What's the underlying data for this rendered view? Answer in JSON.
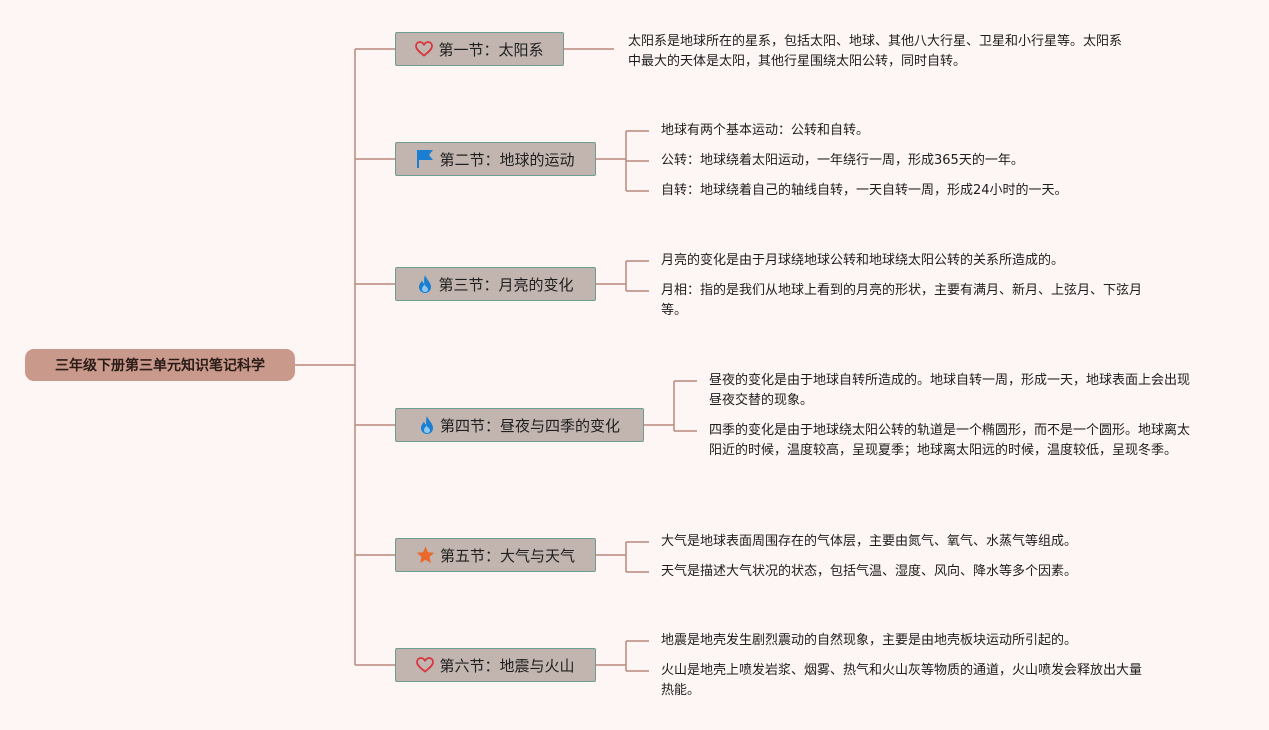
{
  "root": {
    "label": "三年级下册第三单元知识笔记科学"
  },
  "topics": [
    {
      "label": "第一节：太阳系",
      "icon": "heart-outline-icon",
      "notes": [
        "太阳系是地球所在的星系，包括太阳、地球、其他八大行星、卫星和小行星等。太阳系中最大的天体是太阳，其他行星围绕太阳公转，同时自转。"
      ]
    },
    {
      "label": "第二节：地球的运动",
      "icon": "blue-flag-icon",
      "notes": [
        "地球有两个基本运动：公转和自转。",
        "公转：地球绕着太阳运动，一年绕行一周，形成365天的一年。",
        "自转：地球绕着自己的轴线自转，一天自转一周，形成24小时的一天。"
      ]
    },
    {
      "label": "第三节：月亮的变化",
      "icon": "blue-fire-icon",
      "notes": [
        "月亮的变化是由于月球绕地球公转和地球绕太阳公转的关系所造成的。",
        "月相：指的是我们从地球上看到的月亮的形状，主要有满月、新月、上弦月、下弦月等。"
      ]
    },
    {
      "label": "第四节：昼夜与四季的变化",
      "icon": "blue-fire-icon",
      "notes": [
        "昼夜的变化是由于地球自转所造成的。地球自转一周，形成一天，地球表面上会出现昼夜交替的现象。",
        "四季的变化是由于地球绕太阳公转的轨道是一个椭圆形，而不是一个圆形。地球离太阳近的时候，温度较高，呈现夏季；地球离太阳远的时候，温度较低，呈现冬季。"
      ]
    },
    {
      "label": "第五节：大气与天气",
      "icon": "orange-star-icon",
      "notes": [
        "大气是地球表面周围存在的气体层，主要由氮气、氧气、水蒸气等组成。",
        "天气是描述大气状况的状态，包括气温、湿度、风向、降水等多个因素。"
      ]
    },
    {
      "label": "第六节：地震与火山",
      "icon": "heart-outline-icon",
      "notes": [
        "地震是地壳发生剧烈震动的自然现象，主要是由地壳板块运动所引起的。",
        "火山是地壳上喷发岩浆、烟雾、热气和火山灰等物质的通道，火山喷发会释放出大量热能。"
      ]
    }
  ],
  "colors": {
    "line": "#b9897d",
    "root_bg": "#c99a8c",
    "topic_bg": "#c2b5b0",
    "topic_border": "#6c9d8e"
  }
}
